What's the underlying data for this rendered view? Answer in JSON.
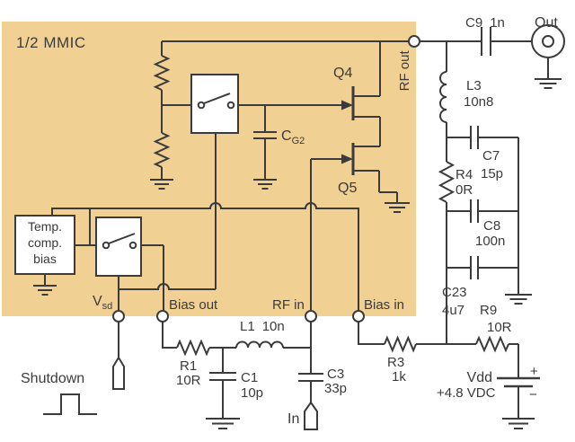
{
  "colors": {
    "mmic_fill": "#f1d193",
    "stroke": "#3b3b3b",
    "text": "#3b3b3b",
    "box_fill": "#ffffff",
    "background": "#ffffff"
  },
  "mmic": {
    "title": "1/2 MMIC",
    "temp_comp_bias": [
      "Temp.",
      "comp.",
      "bias"
    ],
    "transistor_q4": "Q4",
    "transistor_q5": "Q5",
    "cap_cg2": {
      "ref": "C",
      "sub": "G2"
    },
    "ports": {
      "vsd": {
        "ref": "V",
        "sub": "sd"
      },
      "bias_out": "Bias out",
      "rf_in": "RF in",
      "bias_in": "Bias in",
      "rf_out": "RF out"
    }
  },
  "external": {
    "out_label": "Out",
    "in_label": "In",
    "shutdown_label": "Shutdown",
    "c9": {
      "ref": "C9",
      "value": "1n"
    },
    "l3": {
      "ref": "L3",
      "value": "10n8"
    },
    "c7": {
      "ref": "C7",
      "value": "15p"
    },
    "r4": {
      "ref": "R4",
      "value": "0R"
    },
    "c8": {
      "ref": "C8",
      "value": "100n"
    },
    "c23": {
      "ref": "C23",
      "value": "4u7"
    },
    "r9": {
      "ref": "R9",
      "value": "10R"
    },
    "r3": {
      "ref": "R3",
      "value": "1k"
    },
    "r1": {
      "ref": "R1",
      "value": "10R"
    },
    "c1": {
      "ref": "C1",
      "value": "10p"
    },
    "l1": {
      "ref": "L1",
      "value": "10n"
    },
    "c3": {
      "ref": "C3",
      "value": "33p"
    },
    "vdd": {
      "ref": "Vdd",
      "value": "+4.8 VDC",
      "plus": "+",
      "minus": "−"
    }
  }
}
